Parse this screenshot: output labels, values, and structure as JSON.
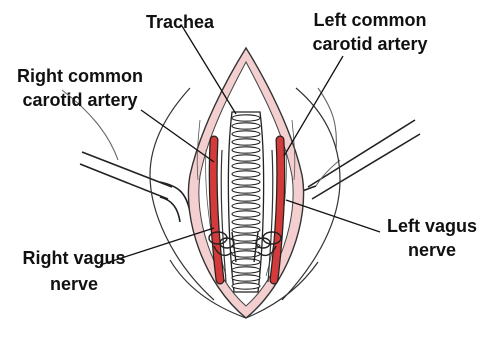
{
  "labels": {
    "trachea": "Trachea",
    "left_carotid_line1": "Left common",
    "left_carotid_line2": "carotid artery",
    "right_carotid_line1": "Right common",
    "right_carotid_line2": "carotid artery",
    "left_vagus_line1": "Left vagus",
    "left_vagus_line2": "nerve",
    "right_vagus_line1": "Right vagus",
    "right_vagus_line2": "nerve"
  },
  "colors": {
    "artery": "#d43a3a",
    "incision_edge": "#e9b3b3",
    "line": "#111111"
  }
}
